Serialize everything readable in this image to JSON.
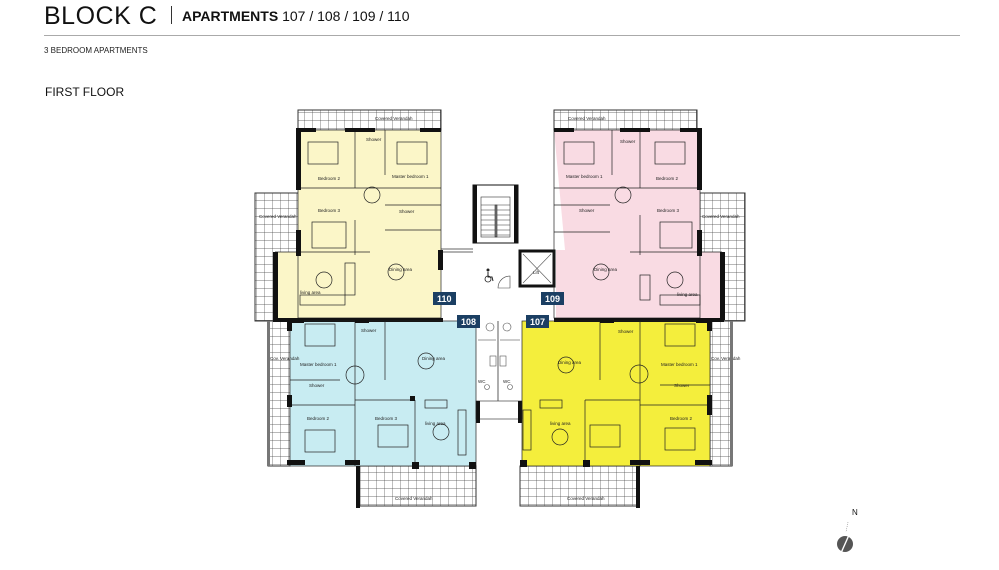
{
  "header": {
    "title": "BLOCK C",
    "subtitle_prefix": "APARTMENTS",
    "subtitle_numbers": "107 / 108 / 109 / 110",
    "type": "3 BEDROOM APARTMENTS",
    "floor": "FIRST FLOOR"
  },
  "colors": {
    "apt_110": "#fbf6c8",
    "apt_109": "#f9dbe3",
    "apt_108": "#c8ecf2",
    "apt_107": "#f4ee3c",
    "tag_bg": "#1b3f63",
    "wall": "#111111",
    "verandah_grid": "#555555"
  },
  "apartments": [
    {
      "id": "110",
      "rooms": [
        "Bedroom 2",
        "Master bedroom 1",
        "Shower",
        "Bedroom 3",
        "Shower",
        "Dining area",
        "living area"
      ],
      "verandahs": [
        "Covered Verandah",
        "Covered Verandah"
      ]
    },
    {
      "id": "109",
      "rooms": [
        "Master bedroom 1",
        "Shower",
        "Bedroom 2",
        "Shower",
        "Bedroom 3",
        "Dining area",
        "living area"
      ],
      "verandahs": [
        "Covered Verandah",
        "Covered Verandah"
      ]
    },
    {
      "id": "108",
      "rooms": [
        "Master bedroom 1",
        "Shower",
        "Shower",
        "Bedroom 2",
        "Bedroom 3",
        "Dining area",
        "living area"
      ],
      "verandahs": [
        "Cov. Verandah",
        "Covered Verandah"
      ]
    },
    {
      "id": "107",
      "rooms": [
        "Dining area",
        "Shower",
        "Master bedroom 1",
        "Shower",
        "living area",
        "Bedroom 2"
      ],
      "verandahs": [
        "Cov. Verandah",
        "Covered Verandah"
      ]
    }
  ],
  "core": {
    "lift": "Lift",
    "wc_left": "WC",
    "wc_right": "WC",
    "accessible_icon": "wheelchair-icon",
    "stairs_icon": "stairs-icon"
  },
  "compass": {
    "label": "N",
    "icon": "north-arrow-icon"
  }
}
